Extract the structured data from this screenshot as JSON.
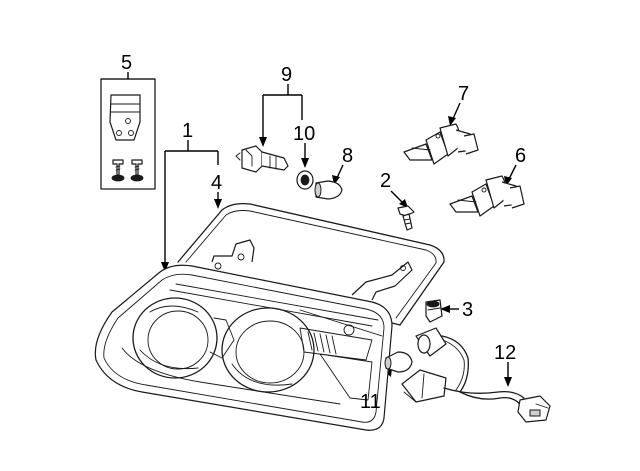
{
  "diagram": {
    "callouts": [
      {
        "id": "headlamp-assembly",
        "label": "1"
      },
      {
        "id": "mount-screw",
        "label": "2"
      },
      {
        "id": "clip-nut",
        "label": "3"
      },
      {
        "id": "headlamp-housing",
        "label": "4"
      },
      {
        "id": "adjuster-kit",
        "label": "5"
      },
      {
        "id": "low-beam-bulb",
        "label": "6"
      },
      {
        "id": "high-beam-bulb",
        "label": "7"
      },
      {
        "id": "side-marker-bulb",
        "label": "8"
      },
      {
        "id": "bulb-socket",
        "label": "9"
      },
      {
        "id": "socket-gasket",
        "label": "10"
      },
      {
        "id": "turn-signal-bulb",
        "label": "11"
      },
      {
        "id": "wiring-harness",
        "label": "12"
      }
    ]
  }
}
